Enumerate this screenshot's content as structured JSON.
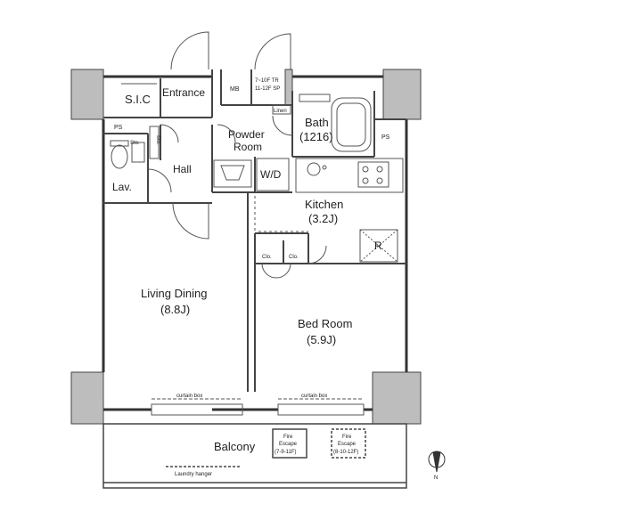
{
  "rooms": {
    "sic": "S.I.C",
    "entrance": "Entrance",
    "mb": "MB",
    "tr_line1": "7~10F TR",
    "tr_line2": "11-12F SP",
    "linen": "Linen",
    "bath_line1": "Bath",
    "bath_line2": "(1216)",
    "ps_left": "PS",
    "ps_right": "PS",
    "sto_left": "Sto.",
    "sto_right": "Sto.",
    "powder_line1": "Powder",
    "powder_line2": "Room",
    "hall": "Hall",
    "wd": "W/D",
    "lav": "Lav.",
    "kitchen_line1": "Kitchen",
    "kitchen_line2": "(3.2J)",
    "fridge": "R",
    "clo_left": "Clo.",
    "clo_right": "Clo.",
    "living_line1": "Living Dining",
    "living_line2": "(8.8J)",
    "bed_line1": "Bed Room",
    "bed_line2": "(5.9J)",
    "curtain_left": "curtain box",
    "curtain_right": "curtain box",
    "balcony": "Balcony",
    "fire1_line1": "Fire",
    "fire1_line2": "Escape",
    "fire1_line3": "(7-9-11F)",
    "fire2_line1": "Fire",
    "fire2_line2": "Escape",
    "fire2_line3": "(8-10-12F)",
    "laundry": "Laundry hanger"
  },
  "compass": {
    "north": "N"
  }
}
